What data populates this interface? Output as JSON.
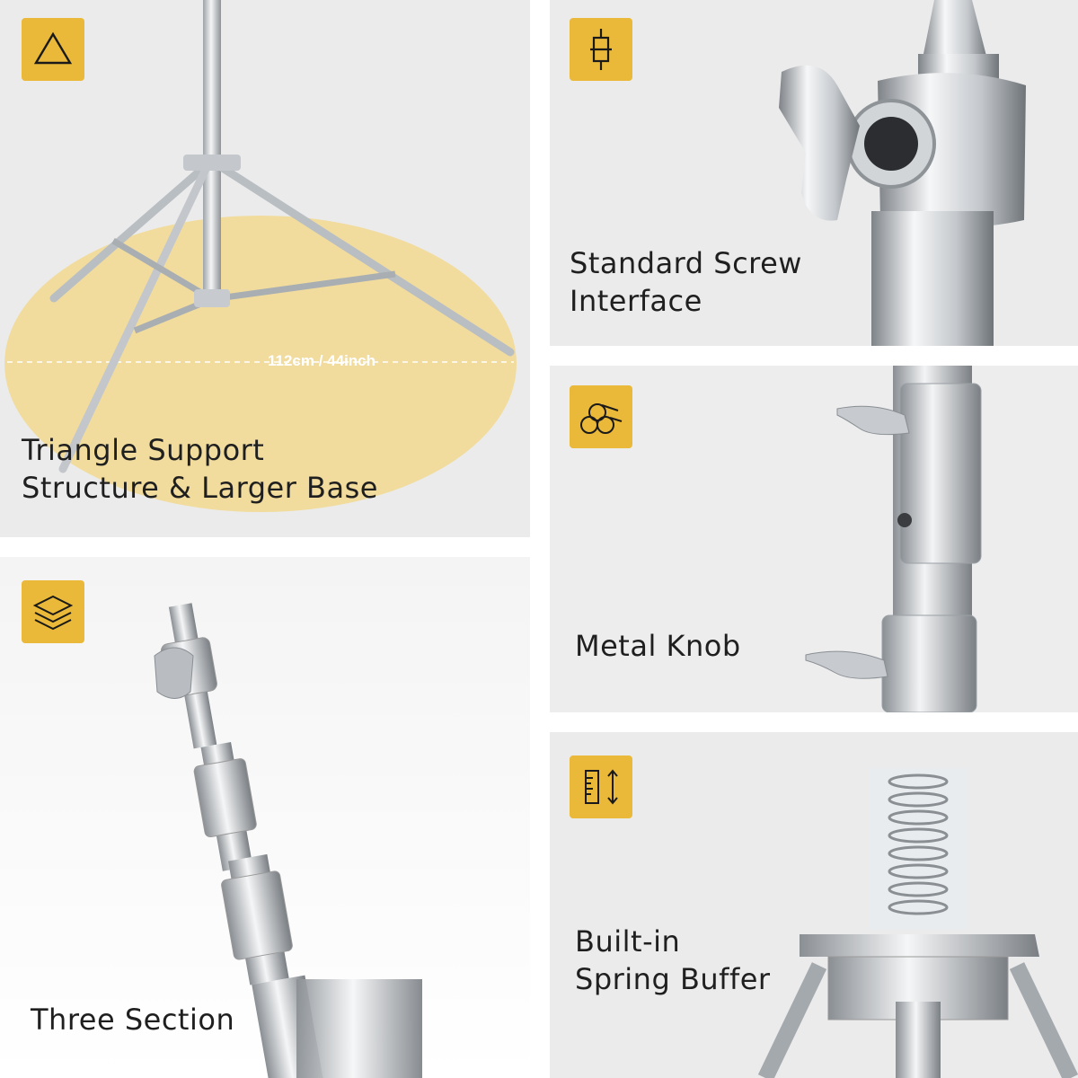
{
  "panels": {
    "triangle": {
      "icon": "triangle-icon",
      "caption": "Triangle Support\nStructure & Larger Base",
      "dimension": "112cm / 44inch"
    },
    "screw": {
      "icon": "screw-interface-icon",
      "caption": "Standard Screw\nInterface"
    },
    "knob": {
      "icon": "metal-pipes-icon",
      "caption": "Metal Knob"
    },
    "section": {
      "icon": "layers-icon",
      "caption": "Three Section"
    },
    "spring": {
      "icon": "spring-height-icon",
      "caption": "Built-in\nSpring Buffer"
    }
  },
  "colors": {
    "accent": "#ebb939",
    "base_circle": "#f1dc9e",
    "panel_bg": "#ebebeb",
    "metal": "#c9cdd1"
  }
}
